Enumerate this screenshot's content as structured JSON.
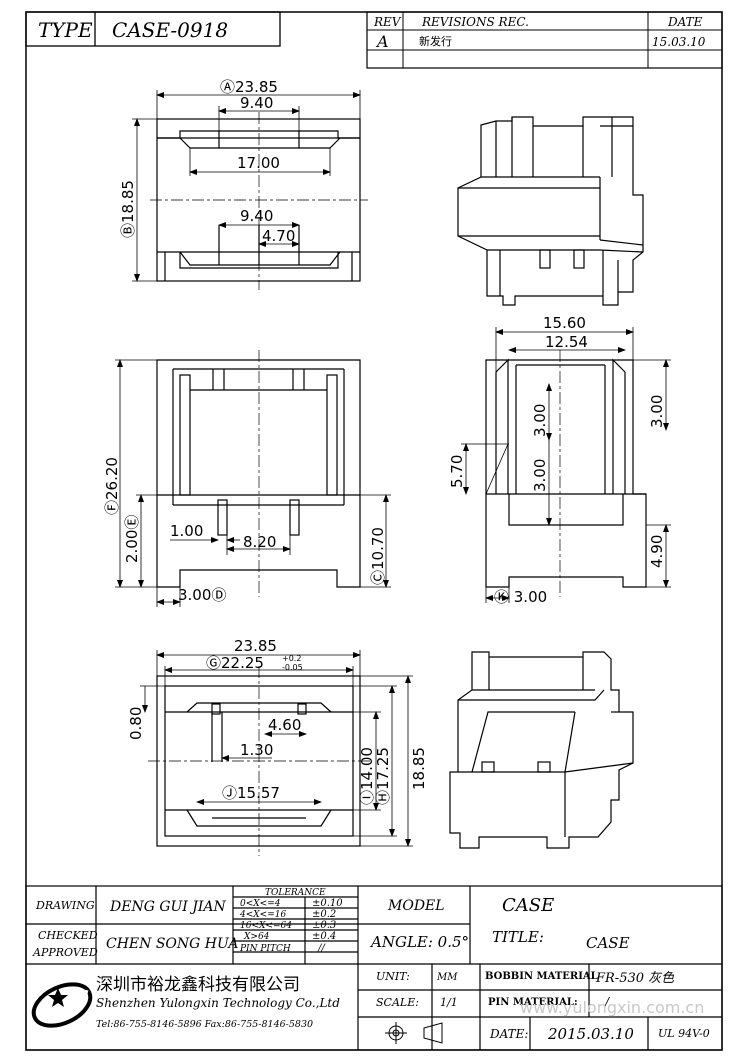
{
  "header": {
    "type_label": "TYPE",
    "part_number": "CASE-0918",
    "rev_header": "REV",
    "revisions_header": "REVISIONS REC.",
    "date_header": "DATE",
    "rev_value": "A",
    "revision_text": "新发行",
    "revision_date": "15.03.10"
  },
  "dimensions": {
    "top_view": {
      "a_dia": "Ⓐ23.85",
      "top_940": "9.40",
      "mid_1700": "17.00",
      "low_940": "9.40",
      "low_470": "4.70",
      "b_1885": "Ⓑ18.85"
    },
    "front_view": {
      "f_2620": "Ⓕ26.20",
      "e_200": "2.00Ⓔ",
      "pin_100": "1.00",
      "pin_820": "8.20",
      "c_1070": "Ⓒ10.70",
      "d_300": "3.00Ⓓ"
    },
    "side_view": {
      "w_1560": "15.60",
      "w_1254": "12.54",
      "h_300_right": "3.00",
      "h_300_a": "3.00",
      "h_300_b": "3.00",
      "h_570": "5.70",
      "h_490": "4.90",
      "k_300": "Ⓚ 3.00"
    },
    "bottom_view": {
      "w_2385": "23.85",
      "g_2225": "Ⓖ22.25",
      "g_tol_plus": "+0.2",
      "g_tol_minus": "-0.05",
      "h_080": "0.80",
      "w_460": "4.60",
      "w_130": "1.30",
      "j_1557": "Ⓙ15.57",
      "i_1400": "Ⓘ14.00",
      "h_1725": "Ⓗ17.25",
      "h_1885": "18.85"
    }
  },
  "title_block": {
    "drawing_label": "DRAWING",
    "drawing_name": "DENG GUI JIAN",
    "checked_label": "CHECKED",
    "approved_label": "APPROVED",
    "approved_name": "CHEN SONG HUA",
    "tolerance_title": "TOLERANCE",
    "tolerance_rows": [
      {
        "range": "0<X<=4",
        "tol": "±0.10"
      },
      {
        "range": "4<X<=16",
        "tol": "±0.2"
      },
      {
        "range": "16<X<=64",
        "tol": "±0.3"
      },
      {
        "range": "X>64",
        "tol": "±0.4"
      }
    ],
    "pin_pitch_label": "PIN PITCH",
    "pin_pitch_value": "//",
    "model_label": "MODEL",
    "model_value": "CASE",
    "angle_text": "ANGLE: 0.5°",
    "title_label": "TITLE:",
    "title_value": "CASE",
    "unit_label": "UNIT:",
    "unit_value": "MM",
    "scale_label": "SCALE:",
    "scale_value": "1/1",
    "bobbin_label": "BOBBIN MATERIAL",
    "bobbin_value": "FR-530 灰色",
    "pin_material_label": "PIN MATERIAL:",
    "pin_material_value": "/",
    "date_label": "DATE:",
    "date_value": "2015.03.10",
    "ul_value": "UL 94V-0",
    "company_cn": "深圳市裕龙鑫科技有限公司",
    "company_en": "Shenzhen Yulongxin Technology Co.,Ltd",
    "contact": "Tel:86-755-8146-5896  Fax:86-755-8146-5830",
    "watermark": "www.yulongxin.com.cn"
  }
}
